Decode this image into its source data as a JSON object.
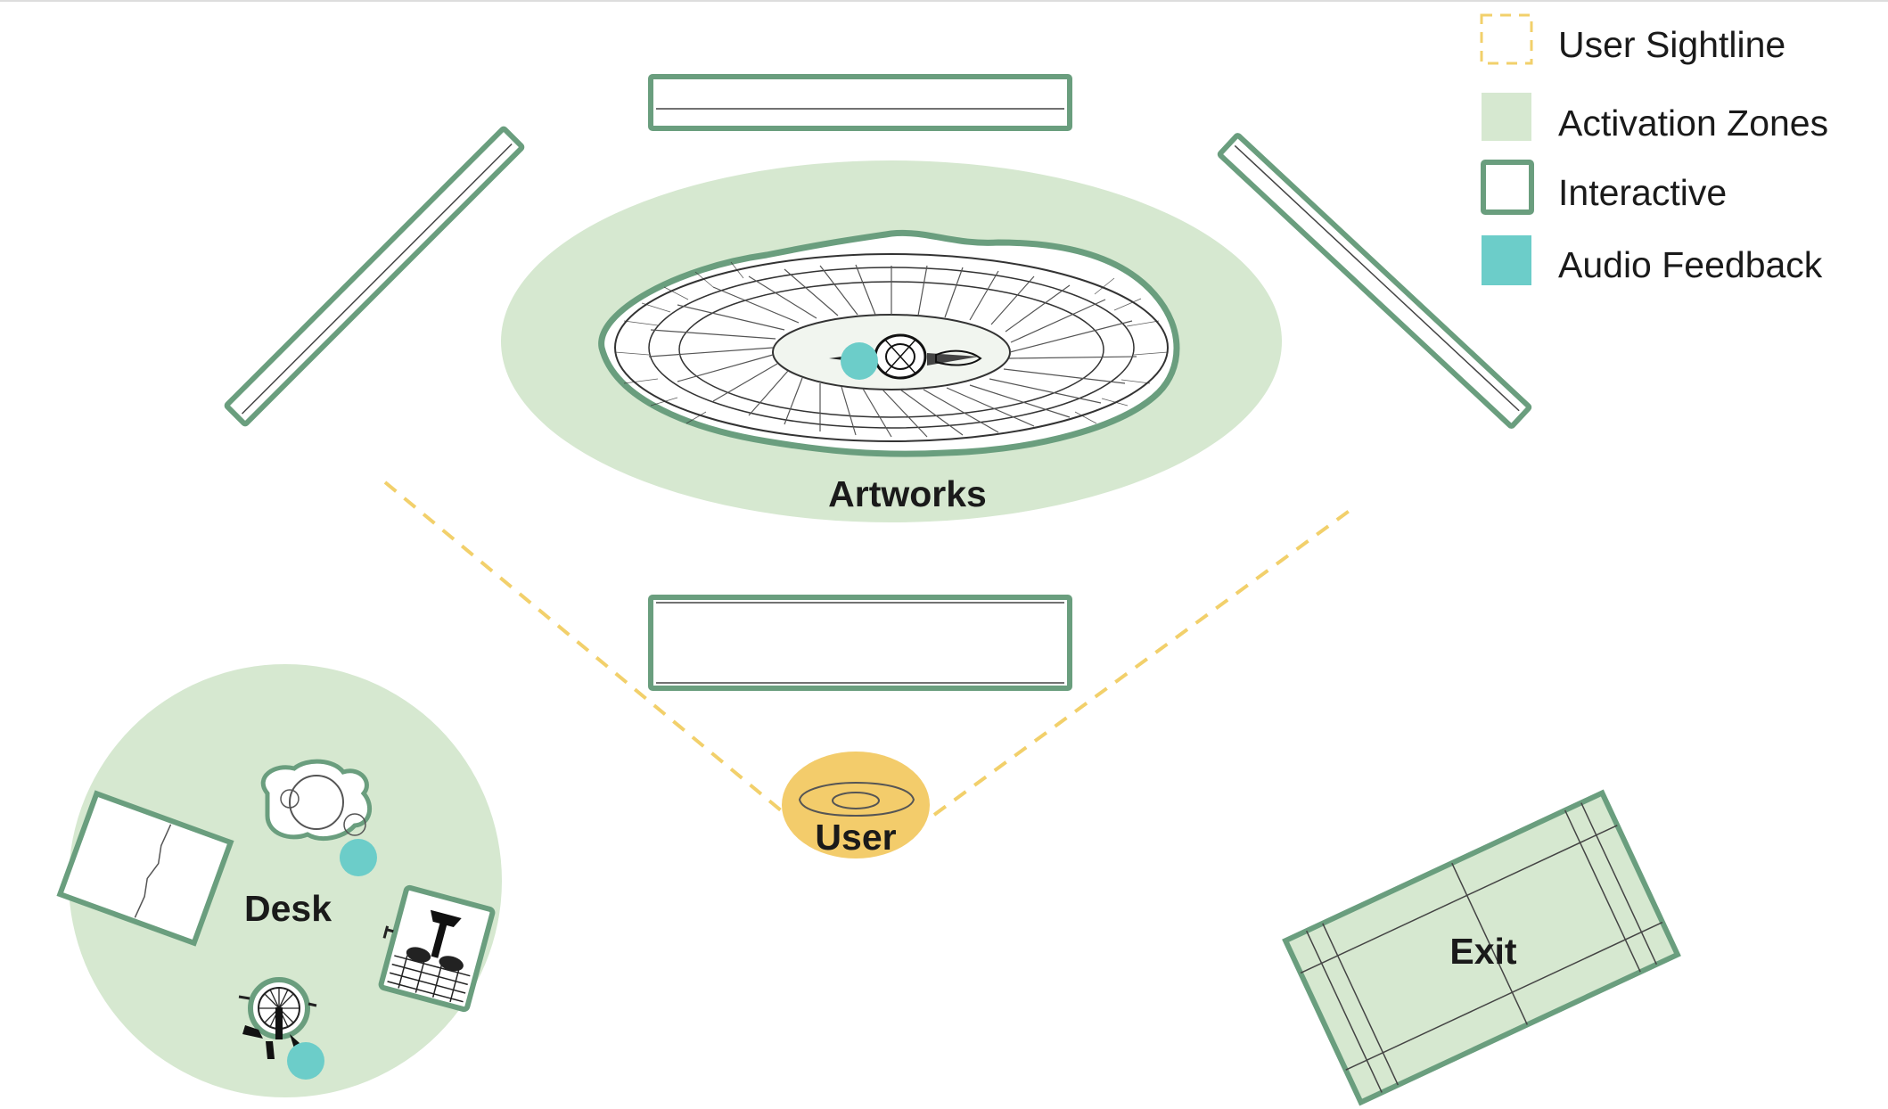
{
  "legend": {
    "sightline": "User Sightline",
    "activation": "Activation Zones",
    "interactive": "Interactive",
    "audio": "Audio Feedback"
  },
  "labels": {
    "artworks": "Artworks",
    "user": "User",
    "desk": "Desk",
    "exit": "Exit"
  },
  "colors": {
    "zone_fill": "#d6e8d0",
    "interactive_stroke": "#6a9e7e",
    "audio": "#6ccdc9",
    "sightline": "#f2d06b",
    "user_fill": "#f3cc6b"
  },
  "icons": {
    "artworks": "ring-sculpture-icon",
    "desk_chairs": "chair-icon",
    "desk_table": "table-icon",
    "desk_cart": "cart-icon",
    "desk_tripod": "tripod-icon"
  }
}
